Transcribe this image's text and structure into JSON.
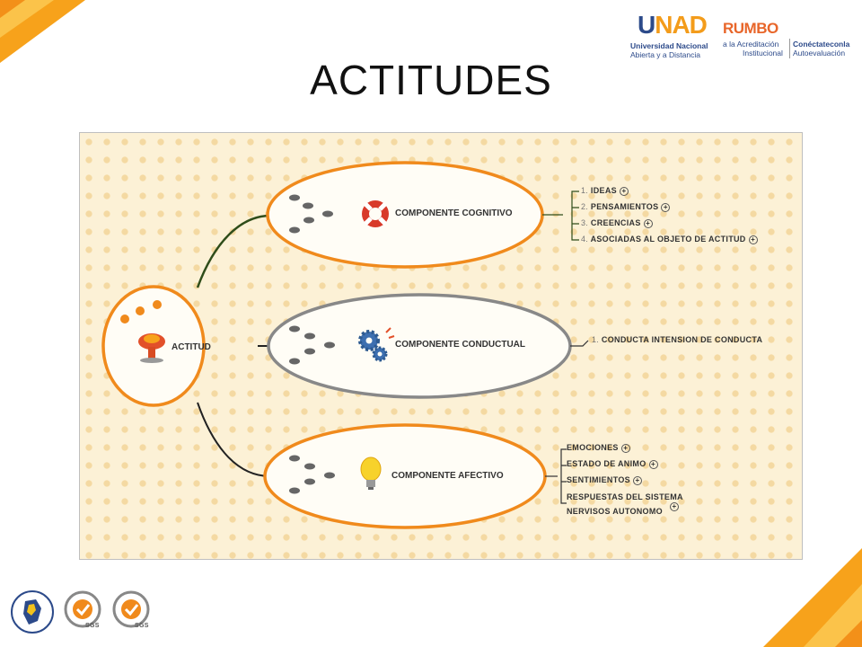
{
  "title": "ACTITUDES",
  "logos": {
    "unad_u": "U",
    "unad_nad": "NAD",
    "unad_line1": "Universidad Nacional",
    "unad_line2": "Abierta y a Distancia",
    "rumbo": "RUMBO",
    "rumbo_line1": "a la Acreditación",
    "rumbo_line2": "Institucional",
    "conectate_line1": "Conéctateconla",
    "conectate_line2": "Autoevaluación",
    "sgs": "SGS"
  },
  "mindmap": {
    "central": {
      "label": "ACTITUD",
      "icon": "mushroom-cloud-icon"
    },
    "branches": [
      {
        "label": "COMPONENTE COGNITIVO",
        "icon": "life-ring-icon",
        "color": "#f08a1c",
        "items": [
          {
            "num": "1.",
            "text": "IDEAS"
          },
          {
            "num": "2.",
            "text": "PENSAMIENTOS"
          },
          {
            "num": "3.",
            "text": "CREENCIAS"
          },
          {
            "num": "4.",
            "text": "ASOCIADAS AL OBJETO DE ACTITUD"
          }
        ]
      },
      {
        "label": "COMPONENTE CONDUCTUAL",
        "icon": "gears-icon",
        "color": "#888888",
        "items": [
          {
            "num": "1.",
            "text": "CONDUCTA  INTENSION DE CONDUCTA"
          }
        ]
      },
      {
        "label": "COMPONENTE AFECTIVO",
        "icon": "light-bulb-icon",
        "color": "#f08a1c",
        "items": [
          {
            "num": "",
            "text": "EMOCIONES"
          },
          {
            "num": "",
            "text": "ESTADO DE ANIMO"
          },
          {
            "num": "",
            "text": "SENTIMIENTOS"
          },
          {
            "num": "",
            "text": "RESPUESTAS DEL SISTEMA",
            "text2": "NERVISOS AUTONOMO"
          }
        ]
      }
    ]
  }
}
